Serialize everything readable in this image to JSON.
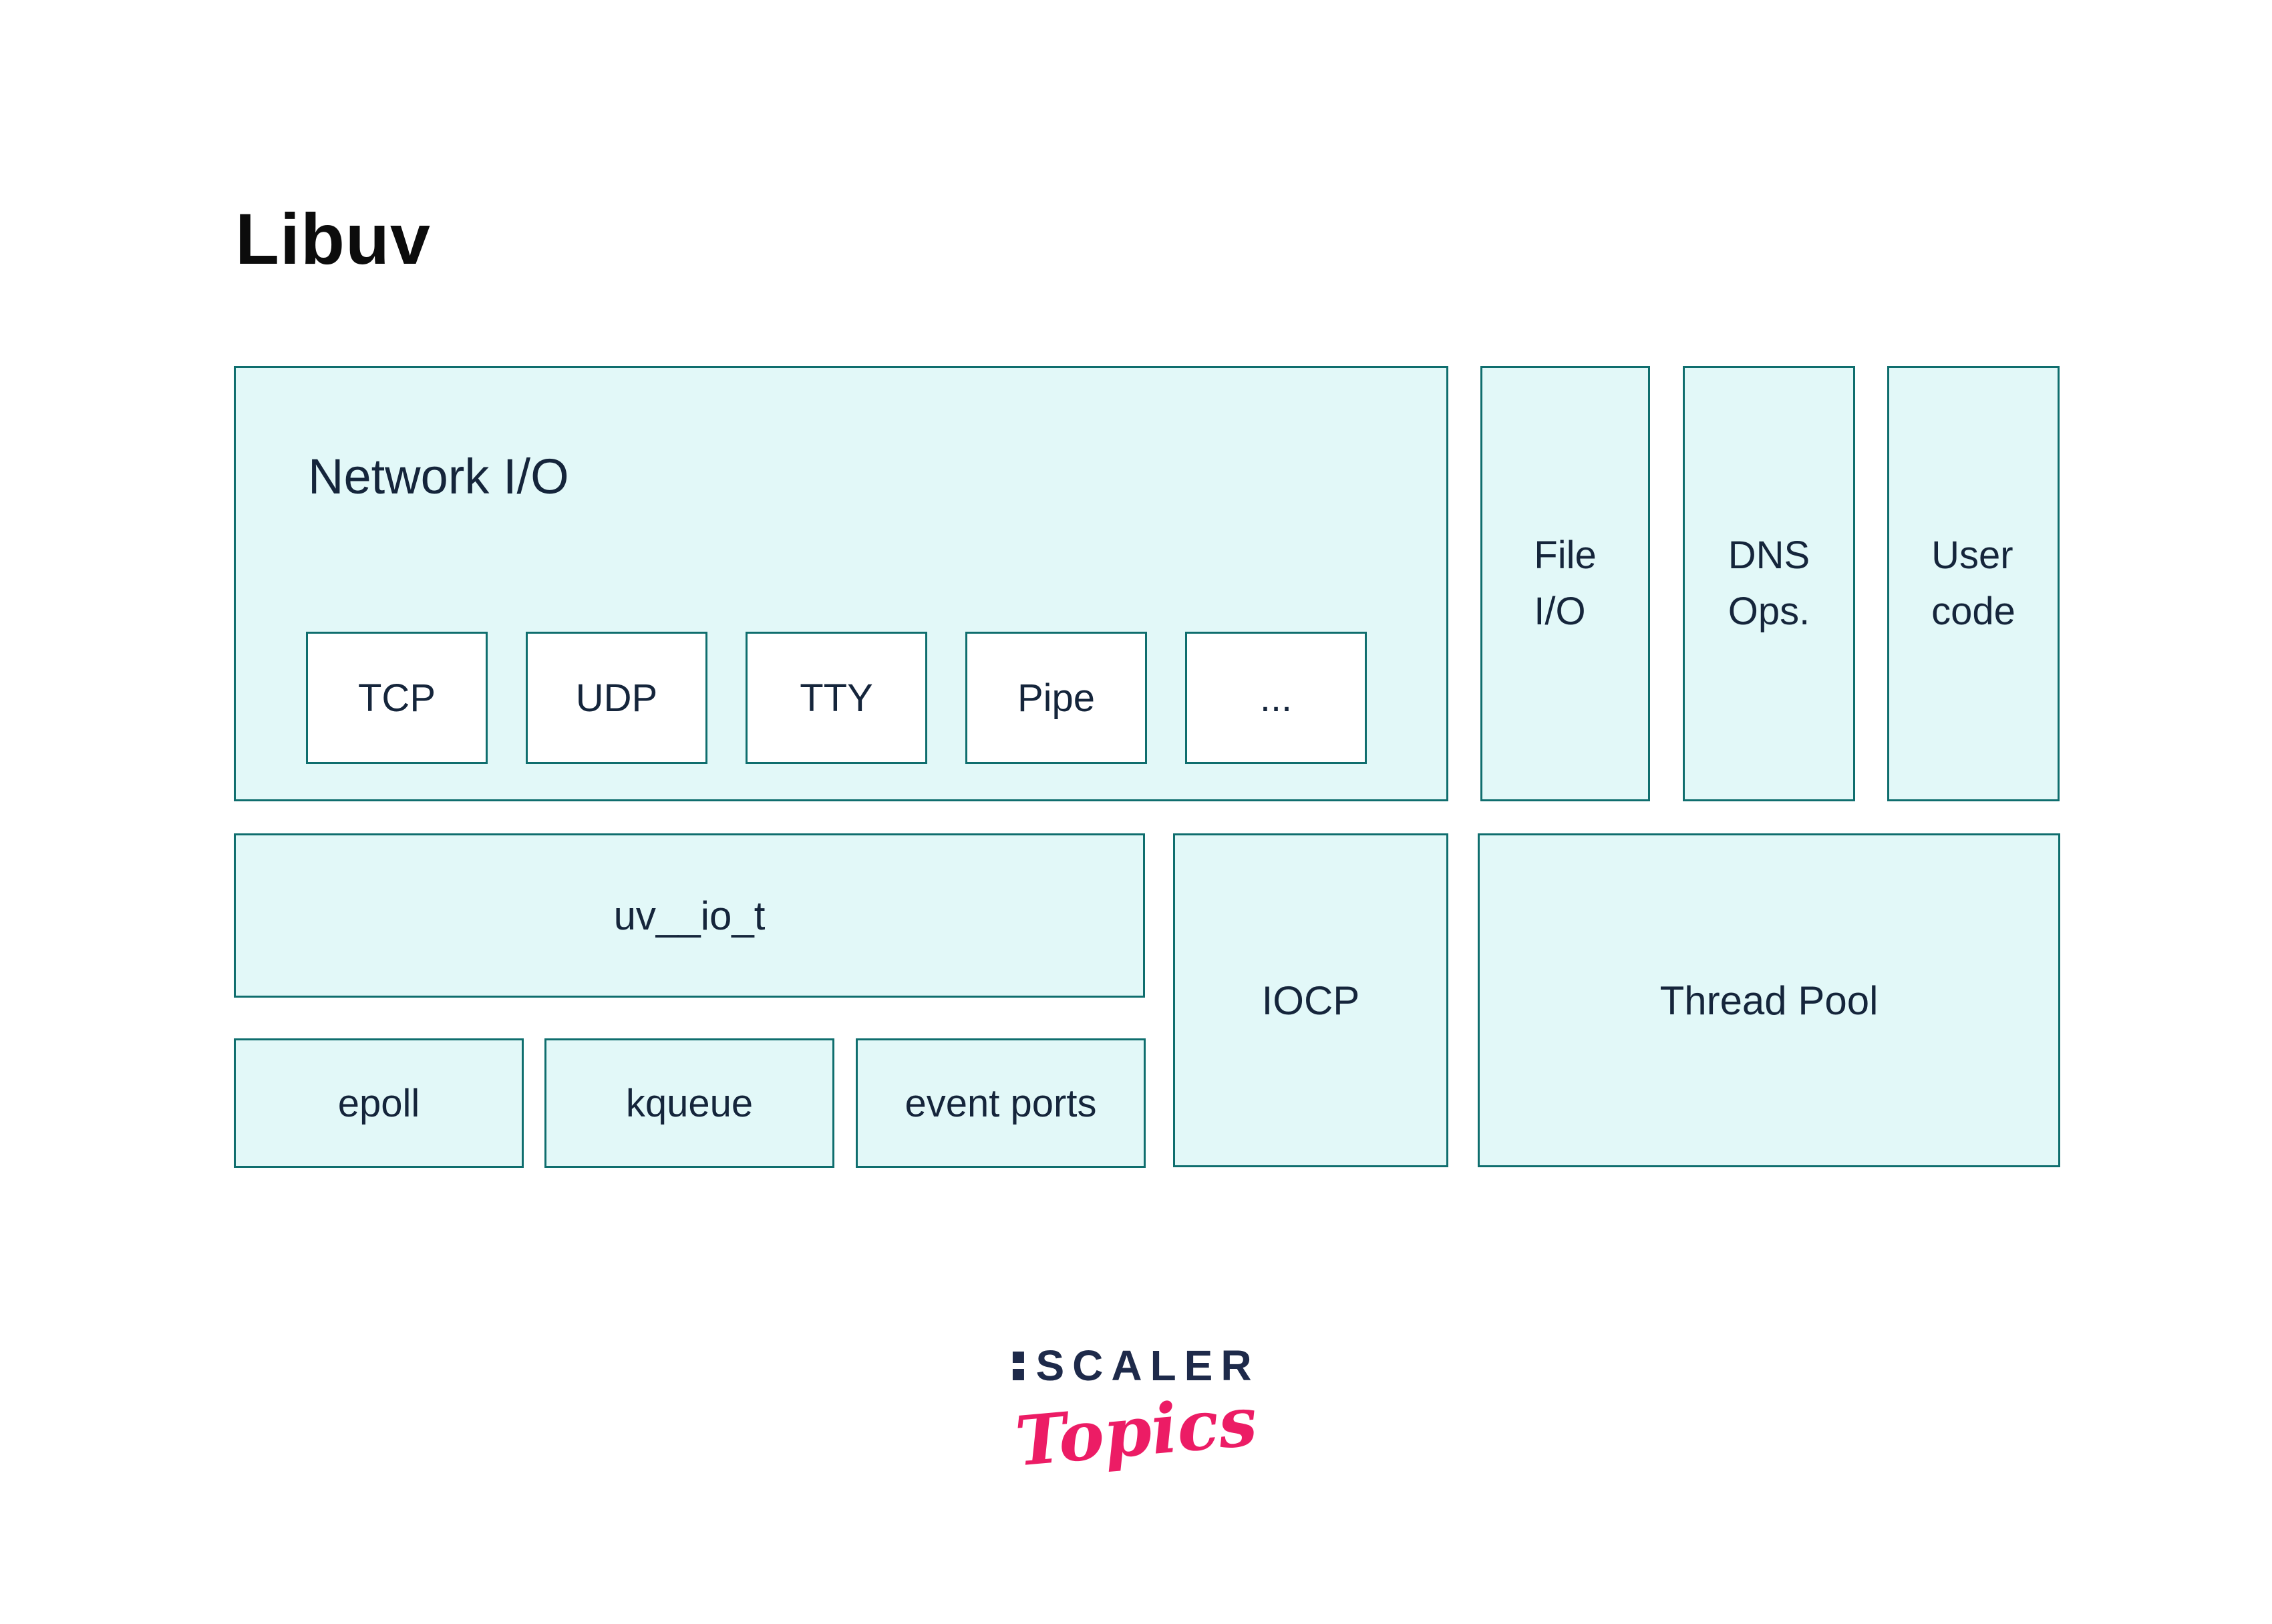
{
  "page": {
    "title": "Libuv"
  },
  "colors": {
    "box_fill": "#E2F8F8",
    "box_border": "#0F6E6E",
    "text": "#15253B",
    "logo_navy": "#1E2A4A",
    "logo_pink": "#EC1C65"
  },
  "network_io": {
    "label": "Network I/O",
    "items": [
      {
        "label": "TCP"
      },
      {
        "label": "UDP"
      },
      {
        "label": "TTY"
      },
      {
        "label": "Pipe"
      },
      {
        "label": "..."
      }
    ]
  },
  "right_columns": [
    {
      "label": "File\nI/O"
    },
    {
      "label": "DNS\nOps."
    },
    {
      "label": "User\ncode"
    }
  ],
  "uv_io": {
    "label": "uv__io_t"
  },
  "pollers": [
    {
      "label": "epoll"
    },
    {
      "label": "kqueue"
    },
    {
      "label": "event ports"
    }
  ],
  "iocp": {
    "label": "IOCP"
  },
  "thread_pool": {
    "label": "Thread Pool"
  },
  "logo": {
    "top": "SCALER",
    "bottom": "Topics"
  }
}
